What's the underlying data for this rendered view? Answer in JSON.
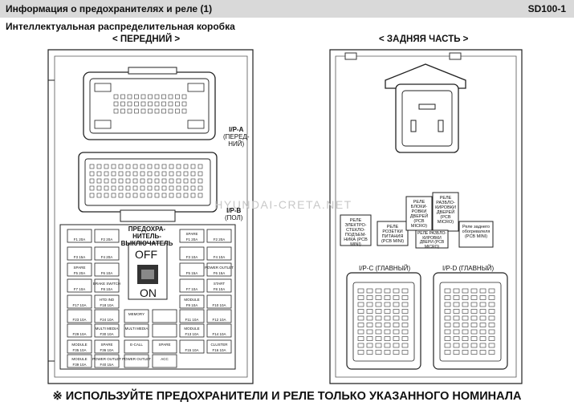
{
  "header": {
    "title": "Информация о предохранителях и реле (1)",
    "code": "SD100-1"
  },
  "subtitle": "Интеллектуальная распределительная коробка",
  "front_label": "< ПЕРЕДНИЙ >",
  "rear_label": "< ЗАДНЯЯ ЧАСТЬ >",
  "watermark": "HYUNDAI-CRETA.NET",
  "connectors": {
    "ipa": [
      "I/P-A",
      "(ПЕРЕД-",
      "НИЙ)"
    ],
    "ipb": [
      "I/P-B",
      "(ПОЛ)"
    ],
    "ipc": "I/P-C (ГЛАВНЫЙ)",
    "ipd": "I/P-D (ГЛАВНЫЙ)"
  },
  "fuse_switch": {
    "title": [
      "ПРЕДОХРА-",
      "НИТЕЛЬ-",
      "ВЫКЛЮЧАТЕЛЬ"
    ],
    "off": "OFF",
    "on": "ON"
  },
  "fuses_left": [
    [
      "F1 20A",
      "F2 20A"
    ],
    [
      "F3 15A",
      "F4 20A"
    ],
    [
      "F5 20A",
      "F6 10A"
    ],
    [
      "F7 10A",
      "F8 10A"
    ],
    [
      "F17 10A",
      "F18 10A"
    ],
    [
      "F23 10A",
      "F24 10A"
    ],
    [
      "F29 10A",
      "F30 10A"
    ],
    [
      "F35 10A",
      "F36 10A"
    ],
    [
      "F39 10A",
      "F40 15A"
    ]
  ],
  "fuse_names": {
    "spare": "SPARE",
    "brake_switch": "BRAKE SWITCH",
    "htd_ind": "HTD IND",
    "memory": "MEMORY",
    "multi_media": "MULTI MEDIA",
    "ecall": "E-CALL",
    "power_outlet": "POWER OUTLET",
    "acc": "ACC",
    "module": "MODULE",
    "start": "START",
    "cluster": "CLUSTER"
  },
  "fuses_right": [
    [
      "F1 20A",
      "F2 20A"
    ],
    [
      "F3 10A",
      "F4 10A"
    ],
    [
      "F5 15A",
      "F6 15A"
    ],
    [
      "F7 10A",
      "F8 10A"
    ],
    [
      "F9 10A",
      "F10 10A"
    ],
    [
      "F11 10A",
      "F12 10A"
    ],
    [
      "F13 10A",
      "F14 10A"
    ],
    [
      "F15 10A",
      "F16 10A"
    ]
  ],
  "relays": [
    "РЕЛЕ ЭЛЕКТРО-СТЕКЛО-ПОДЪЕМ-НИКА (PCB MINI)",
    "РЕЛЕ РОЗЕТКИ ПИТАНИЯ (PCB MINI)",
    "РЕЛЕ БЛОКИ-РОВКИ ДВЕРЕЙ (PCB MICRO)",
    "РЕЛЕ РАЗБЛО-КИРОВКИ ДВЕРЕЙ (PCB MICRO)",
    "РЕЛЕ РАЗБЛО-КИРОВКИ ДВЕРИ (PCB MICRO)",
    "Реле заднего обогревателя (PCB MINI)"
  ],
  "footer": "※ ИСПОЛЬЗУЙТЕ ПРЕДОХРАНИТЕЛИ И РЕЛЕ ТОЛЬКО УКАЗАННОГО НОМИНАЛА"
}
